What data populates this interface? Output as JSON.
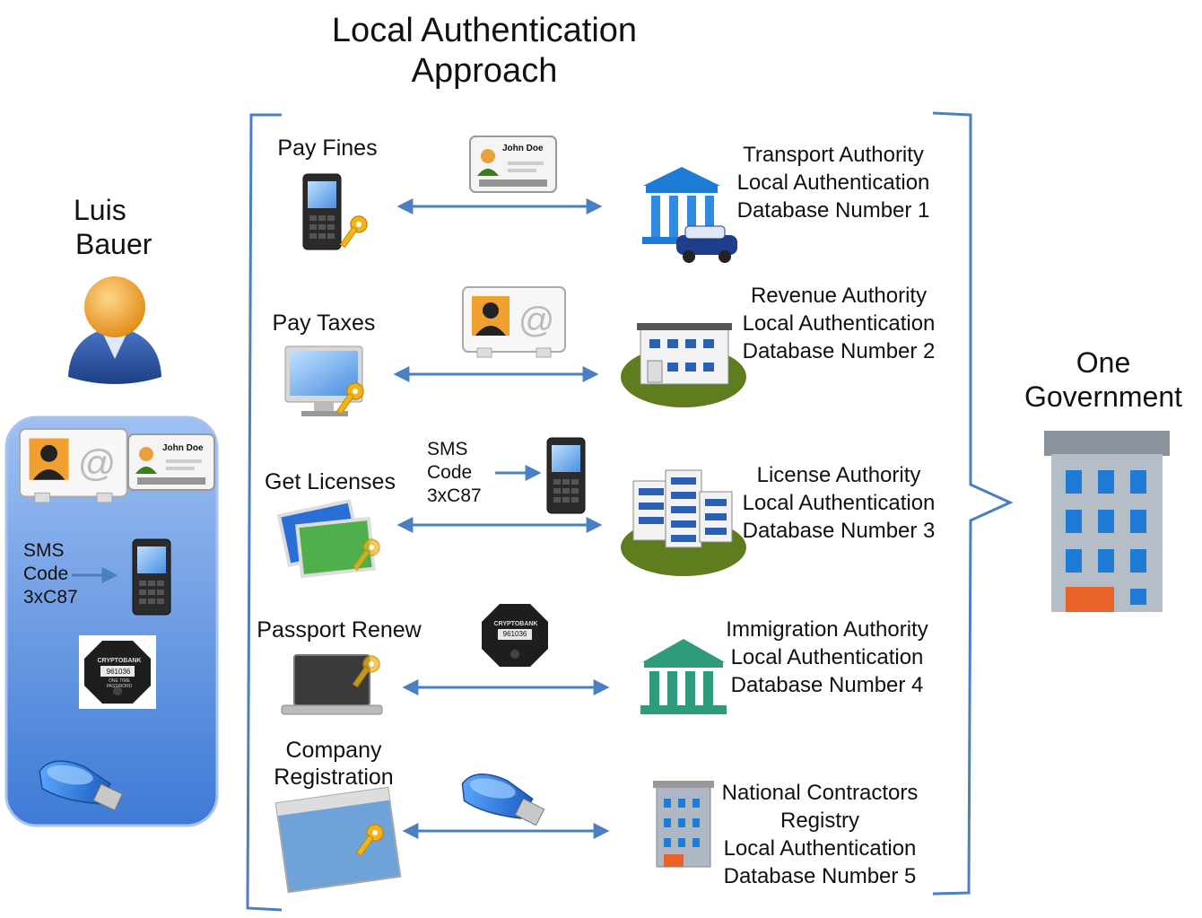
{
  "title": [
    "Local Authentication",
    "Approach"
  ],
  "person": {
    "name": [
      "Luis",
      "Bauer"
    ]
  },
  "wallet": {
    "card_name": "John Doe",
    "sms": [
      "SMS",
      "Code",
      "3xC87"
    ],
    "token_brand": "CRYPTOBANK",
    "token_code": "961036",
    "token_footer": "ONE TIME PASSWORD"
  },
  "services": [
    {
      "label": [
        "Pay Fines"
      ],
      "credential": "id-card",
      "card_name": "John Doe",
      "authority": [
        "Transport Authority",
        "Local Authentication",
        "Database Number 1"
      ]
    },
    {
      "label": [
        "Pay Taxes"
      ],
      "credential": "email-card",
      "authority": [
        "Revenue Authority",
        "Local Authentication",
        "Database Number 2"
      ]
    },
    {
      "label": [
        "Get Licenses"
      ],
      "credential": "sms",
      "sms": [
        "SMS",
        "Code",
        "3xC87"
      ],
      "authority": [
        "License Authority",
        "Local Authentication",
        "Database Number 3"
      ]
    },
    {
      "label": [
        "Passport Renew"
      ],
      "credential": "otp-token",
      "token_brand": "CRYPTOBANK",
      "token_code": "961036",
      "authority": [
        "Immigration Authority",
        "Local Authentication",
        "Database Number 4"
      ]
    },
    {
      "label": [
        "Company",
        "Registration"
      ],
      "credential": "usb-key",
      "authority": [
        "National Contractors",
        "Registry",
        "Local Authentication",
        "Database Number 5"
      ]
    }
  ],
  "government": {
    "label": [
      "One",
      "Government"
    ]
  },
  "colors": {
    "arrow": "#4a7fc1",
    "wallet": "#6f9fe4",
    "bracket": "#4a7fc1",
    "building_green": "#2e9b7c"
  }
}
